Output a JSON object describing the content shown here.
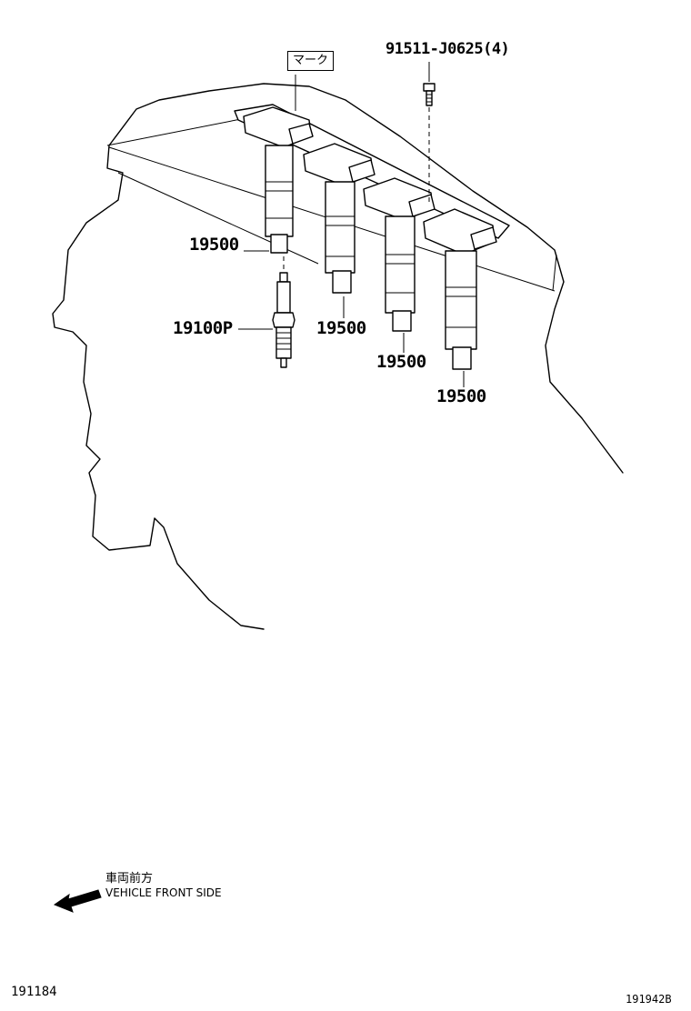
{
  "labels": {
    "mark": "マーク",
    "bolt_part": "91511-J0625(4)",
    "coil_1": "19500",
    "coil_2": "19500",
    "coil_3": "19500",
    "coil_4": "19500",
    "spark_plug": "19100P"
  },
  "direction": {
    "jp": "車両前方",
    "en": "VEHICLE FRONT SIDE"
  },
  "footer": {
    "left_code": "191184",
    "right_code": "191942B"
  }
}
